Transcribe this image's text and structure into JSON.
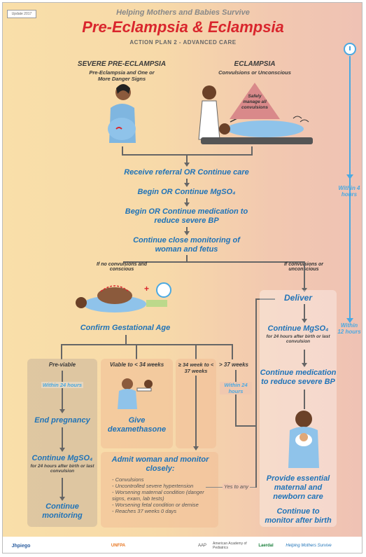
{
  "header": {
    "tag": "Update 2017",
    "subtitle": "Helping Mothers and Babies Survive",
    "title": "Pre-Eclampsia & Eclampsia",
    "plan": "ACTION PLAN 2 - ADVANCED CARE"
  },
  "columns": {
    "severe_title": "SEVERE PRE-ECLAMPSIA",
    "severe_sub": "Pre-Eclampsia and One or More Danger Signs",
    "eclampsia_title": "ECLAMPSIA",
    "eclampsia_sub": "Convulsions or Unconscious",
    "warning": "Safely manage all convulsions"
  },
  "steps": {
    "s1": "Receive referral OR Continue care",
    "s2": "Begin OR Continue MgSO₄",
    "s3": "Begin OR Continue medication to reduce severe BP",
    "s4": "Continue close monitoring of woman and fetus"
  },
  "timeline": {
    "within4": "Within 4 hours",
    "within12": "Within 12 hours"
  },
  "branch": {
    "no_conv": "If no convulsions and conscious",
    "conv": "If convulsions or unconscious"
  },
  "gest": {
    "label": "Confirm Gestational Age"
  },
  "categories": {
    "previable": "Pre-viable",
    "viable": "Viable to < 34 weeks",
    "mid": "≥ 34 week to < 37 weeks",
    "late": "> 37 weeks"
  },
  "within24": "Within 24 hours",
  "previable_col": {
    "end": "End pregnancy",
    "mg": "Continue MgSO₄",
    "mg_note": "for 24 hours after birth or last convulsion",
    "mon": "Continue monitoring"
  },
  "viable_col": {
    "dex": "Give dexamethasone"
  },
  "admit": {
    "title": "Admit woman and monitor closely:",
    "items": [
      "Convulsions",
      "Uncontrolled severe hypertension",
      "Worsening maternal condition (danger signs, exam, lab tests)",
      "Worsening fetal condition or demise",
      "Reaches 37 weeks 0 days"
    ],
    "yes": "Yes to any"
  },
  "right_col": {
    "deliver": "Deliver",
    "mg": "Continue MgSO₄",
    "mg_note": "for 24 hours after birth or last convulsion",
    "bp": "Continue medication to reduce severe BP",
    "care": "Provide essential maternal and newborn care",
    "monitor": "Continue to monitor after birth"
  },
  "footer": {
    "logos": [
      "Jhpiego",
      "AAP",
      "Laerdal",
      "Helping Mothers Survive",
      "American Academy of Pediatrics",
      "UNFPA"
    ]
  }
}
